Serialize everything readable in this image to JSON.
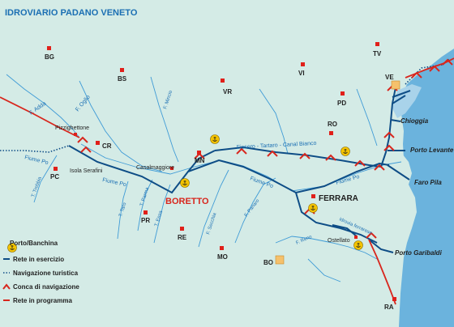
{
  "title": "IDROVIARIO PADANO VENETO",
  "cities": {
    "bg": "BG",
    "bs": "BS",
    "vr": "VR",
    "vi": "VI",
    "tv": "TV",
    "ve": "VE",
    "pd": "PD",
    "cr": "CR",
    "pc": "PC",
    "mn": "MN",
    "ro": "RO",
    "pr": "PR",
    "re": "RE",
    "mo": "MO",
    "bo": "BO",
    "ra": "RA",
    "ferrara": "FERRARA"
  },
  "places": {
    "pizzighettone": "Pizzighettone",
    "isola_serafini": "Isola Serafini",
    "casalmaggiore": "Casalmaggiore",
    "boretto": "BORETTO",
    "chioggia": "Chioggia",
    "porto_levante": "Porto Levante",
    "faro_pila": "Faro Pila",
    "ostellato": "Ostellato",
    "porto_garibaldi": "Porto Garibaldi"
  },
  "rivers": {
    "adda": "F. Adda",
    "oglio": "F. Oglio",
    "mincio": "F. Mincio",
    "po_west": "Fiume Po",
    "po_center": "Fiume Po",
    "po_east": "Fiume Po",
    "trebbia": "T. Trebbia",
    "taro": "T. Taro",
    "parma": "T. Parma",
    "enza": "T. Enza",
    "secchia": "F. Secchia",
    "panaro": "F. Panaro",
    "reno": "F. Reno",
    "fissero": "Fissero - Tartaro - Canal Bianco",
    "idrovia": "Idrovia ferrarese"
  },
  "legend": {
    "porto": "Porto/Banchina",
    "rete_esercizio": "Rete in esercizio",
    "navigazione": "Navigazione turistica",
    "conca": "Conca di navigazione",
    "rete_programma": "Rete in programma"
  },
  "colors": {
    "land": "#d4ebe6",
    "sea": "#6bb3dd",
    "river": "#3f9bd6",
    "network": "#0e4d86",
    "planned": "#d8261d",
    "city_marker": "#e0201a",
    "port_marker": "#f5c16c",
    "lock_marker": "#f5c400"
  },
  "icons": [
    "anchor-icon",
    "lock-chevron-icon",
    "city-square-icon",
    "port-square-icon"
  ]
}
